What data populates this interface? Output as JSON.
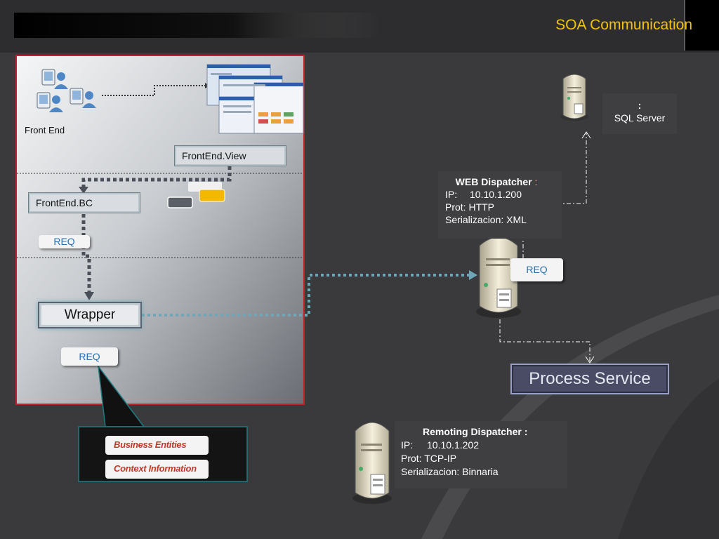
{
  "slide": {
    "title": "SOA Communication"
  },
  "front_end": {
    "label": "Front End",
    "view_label": "FrontEnd.View",
    "bc_label": "FrontEnd.BC",
    "req_label": "REQ",
    "wrapper_label": "Wrapper",
    "wrapper_req_label": "REQ"
  },
  "callout": {
    "items": [
      "Business Entities",
      "Context Information"
    ]
  },
  "sql_server": {
    "line1": ":",
    "line2": "SQL Server"
  },
  "web_dispatcher": {
    "title": "WEB Dispatcher",
    "title_suffix": ":",
    "ip_label": "IP:",
    "ip_value": "10.10.1.200",
    "prot": "Prot: HTTP",
    "serial": "Serializacion: XML",
    "req_label": "REQ"
  },
  "process_service": {
    "label": "Process Service"
  },
  "remoting_dispatcher": {
    "title": "Remoting Dispatcher :",
    "ip_label": "IP:",
    "ip_value": "10.10.1.202",
    "prot": "Prot: TCP-IP",
    "serial": "Serializacion: Binnaria"
  },
  "colors": {
    "accent": "#f2c40f",
    "frame": "#c0202a",
    "link": "#6fa7b8",
    "req_text": "#2a6fb0"
  }
}
